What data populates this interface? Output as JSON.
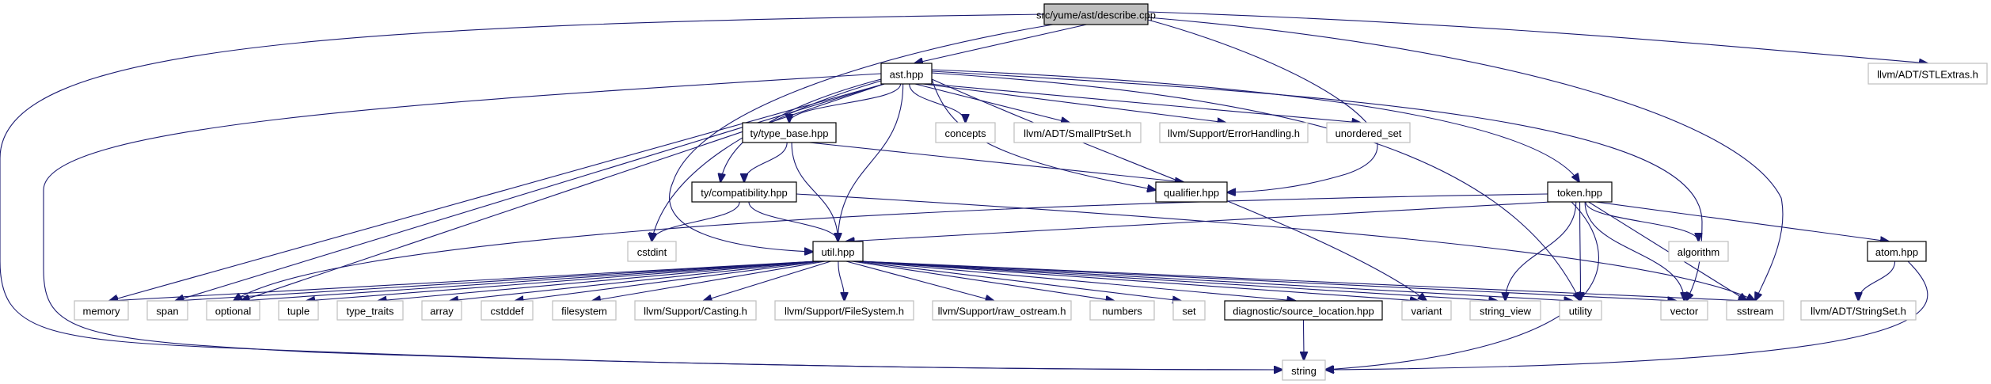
{
  "title": "Include dependency graph for src/yume/ast/describe.cpp",
  "colors": {
    "edge": "#191970",
    "root_fill": "#bfbfbf",
    "external_border": "#bfbfbf",
    "project_border": "#000000"
  },
  "nodes": [
    {
      "id": "describe",
      "label": "src/yume/ast/describe.cpp",
      "kind": "root"
    },
    {
      "id": "ast",
      "label": "ast.hpp",
      "kind": "project"
    },
    {
      "id": "stlextras",
      "label": "llvm/ADT/STLExtras.h",
      "kind": "external"
    },
    {
      "id": "type_base",
      "label": "ty/type_base.hpp",
      "kind": "project"
    },
    {
      "id": "concepts",
      "label": "concepts",
      "kind": "external"
    },
    {
      "id": "smallptrset",
      "label": "llvm/ADT/SmallPtrSet.h",
      "kind": "external"
    },
    {
      "id": "errorhandling",
      "label": "llvm/Support/ErrorHandling.h",
      "kind": "external"
    },
    {
      "id": "unordered_set",
      "label": "unordered_set",
      "kind": "external"
    },
    {
      "id": "compat",
      "label": "ty/compatibility.hpp",
      "kind": "project"
    },
    {
      "id": "qualifier",
      "label": "qualifier.hpp",
      "kind": "project"
    },
    {
      "id": "token",
      "label": "token.hpp",
      "kind": "project"
    },
    {
      "id": "cstdint",
      "label": "cstdint",
      "kind": "external"
    },
    {
      "id": "util",
      "label": "util.hpp",
      "kind": "project"
    },
    {
      "id": "algorithm",
      "label": "algorithm",
      "kind": "external"
    },
    {
      "id": "atom",
      "label": "atom.hpp",
      "kind": "project"
    },
    {
      "id": "memory",
      "label": "memory",
      "kind": "external"
    },
    {
      "id": "span",
      "label": "span",
      "kind": "external"
    },
    {
      "id": "optional",
      "label": "optional",
      "kind": "external"
    },
    {
      "id": "tuple",
      "label": "tuple",
      "kind": "external"
    },
    {
      "id": "type_traits",
      "label": "type_traits",
      "kind": "external"
    },
    {
      "id": "array",
      "label": "array",
      "kind": "external"
    },
    {
      "id": "cstddef",
      "label": "cstddef",
      "kind": "external"
    },
    {
      "id": "filesystem",
      "label": "filesystem",
      "kind": "external"
    },
    {
      "id": "casting",
      "label": "llvm/Support/Casting.h",
      "kind": "external"
    },
    {
      "id": "filesystem_h",
      "label": "llvm/Support/FileSystem.h",
      "kind": "external"
    },
    {
      "id": "raw_ostream",
      "label": "llvm/Support/raw_ostream.h",
      "kind": "external"
    },
    {
      "id": "numbers",
      "label": "numbers",
      "kind": "external"
    },
    {
      "id": "set",
      "label": "set",
      "kind": "external"
    },
    {
      "id": "source_location",
      "label": "diagnostic/source_location.hpp",
      "kind": "project"
    },
    {
      "id": "variant",
      "label": "variant",
      "kind": "external"
    },
    {
      "id": "string_view",
      "label": "string_view",
      "kind": "external"
    },
    {
      "id": "utility",
      "label": "utility",
      "kind": "external"
    },
    {
      "id": "vector",
      "label": "vector",
      "kind": "external"
    },
    {
      "id": "sstream",
      "label": "sstream",
      "kind": "external"
    },
    {
      "id": "stringset",
      "label": "llvm/ADT/StringSet.h",
      "kind": "external"
    },
    {
      "id": "string",
      "label": "string",
      "kind": "external"
    }
  ],
  "edges": [
    [
      "describe",
      "ast"
    ],
    [
      "describe",
      "stlextras"
    ],
    [
      "describe",
      "qualifier"
    ],
    [
      "describe",
      "sstream"
    ],
    [
      "describe",
      "util"
    ],
    [
      "describe",
      "string"
    ],
    [
      "ast",
      "type_base"
    ],
    [
      "ast",
      "concepts"
    ],
    [
      "ast",
      "smallptrset"
    ],
    [
      "ast",
      "errorhandling"
    ],
    [
      "ast",
      "unordered_set"
    ],
    [
      "ast",
      "compat"
    ],
    [
      "ast",
      "qualifier"
    ],
    [
      "ast",
      "token"
    ],
    [
      "ast",
      "cstdint"
    ],
    [
      "ast",
      "util"
    ],
    [
      "ast",
      "memory"
    ],
    [
      "ast",
      "span"
    ],
    [
      "ast",
      "optional"
    ],
    [
      "ast",
      "variant"
    ],
    [
      "ast",
      "utility"
    ],
    [
      "ast",
      "vector"
    ],
    [
      "ast",
      "string"
    ],
    [
      "type_base",
      "compat"
    ],
    [
      "type_base",
      "util"
    ],
    [
      "type_base",
      "qualifier"
    ],
    [
      "compat",
      "cstdint"
    ],
    [
      "compat",
      "util"
    ],
    [
      "compat",
      "sstream"
    ],
    [
      "token",
      "util"
    ],
    [
      "token",
      "algorithm"
    ],
    [
      "token",
      "atom"
    ],
    [
      "token",
      "optional"
    ],
    [
      "token",
      "string_view"
    ],
    [
      "token",
      "utility"
    ],
    [
      "token",
      "vector"
    ],
    [
      "token",
      "sstream"
    ],
    [
      "token",
      "string"
    ],
    [
      "atom",
      "stringset"
    ],
    [
      "atom",
      "string"
    ],
    [
      "util",
      "memory"
    ],
    [
      "util",
      "span"
    ],
    [
      "util",
      "optional"
    ],
    [
      "util",
      "tuple"
    ],
    [
      "util",
      "type_traits"
    ],
    [
      "util",
      "array"
    ],
    [
      "util",
      "cstddef"
    ],
    [
      "util",
      "filesystem"
    ],
    [
      "util",
      "casting"
    ],
    [
      "util",
      "filesystem_h"
    ],
    [
      "util",
      "raw_ostream"
    ],
    [
      "util",
      "numbers"
    ],
    [
      "util",
      "set"
    ],
    [
      "util",
      "source_location"
    ],
    [
      "util",
      "variant"
    ],
    [
      "util",
      "string_view"
    ],
    [
      "util",
      "utility"
    ],
    [
      "util",
      "vector"
    ],
    [
      "util",
      "sstream"
    ],
    [
      "source_location",
      "string"
    ]
  ]
}
